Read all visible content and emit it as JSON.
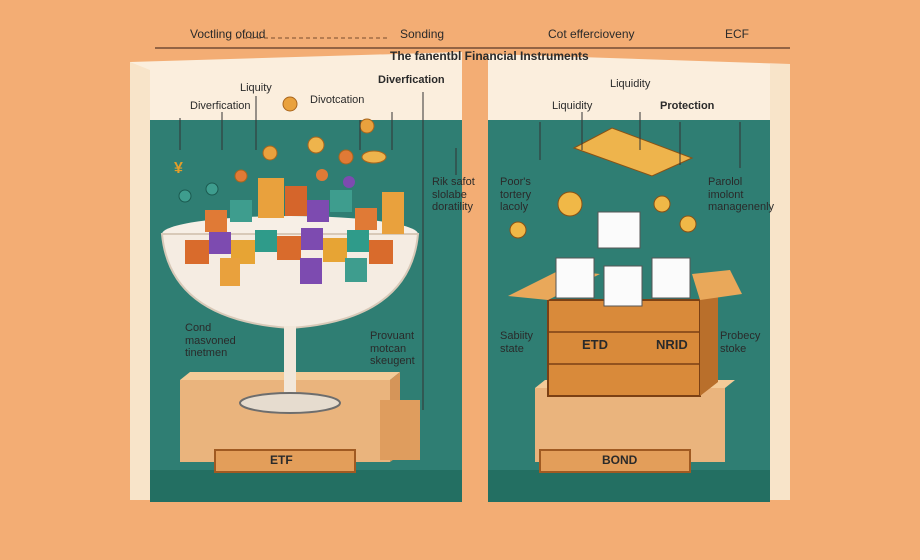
{
  "header": {
    "top_left": "Voctling ofoud",
    "top_mid": "Sonding",
    "top_right": "Cot effercioveny",
    "top_far_right": "ECF",
    "title": "The fanentbl Financial Instruments"
  },
  "etf_panel": {
    "label_diverification": "Diverfication",
    "label_liquity": "Liquity",
    "label_divotcation": "Divotcation",
    "label_diverfication_top": "Diverfication",
    "label_cond": "Cond\nmasvoned\ntinetmen",
    "label_provuant": "Provuant\nmotcan\nskeugent",
    "label_risk": "Rik safot\nslolabe\ndoratility",
    "currency_yen": "¥",
    "plinth_label": "ETF"
  },
  "bond_panel": {
    "label_liquidity": "Liquidity",
    "label_liquidity2": "Liquidity",
    "label_protection": "Protection",
    "label_poors": "Poor's\ntortery\nlacoly",
    "label_parolol": "Parolol\nimolont\nmanagenenly",
    "label_stability": "Sabiity\nstate",
    "label_probecy": "Probecy\nstoke",
    "crate_left": "ETD",
    "crate_right": "NRID",
    "plinth_label": "BOND"
  },
  "colors": {
    "background": "#f3ad74",
    "wall_top": "#fdf3e3",
    "wall_teal": "#2f7e73",
    "floor_teal": "#1f6b60",
    "plinth": "#e9b07a",
    "crate": "#d98a3a"
  }
}
